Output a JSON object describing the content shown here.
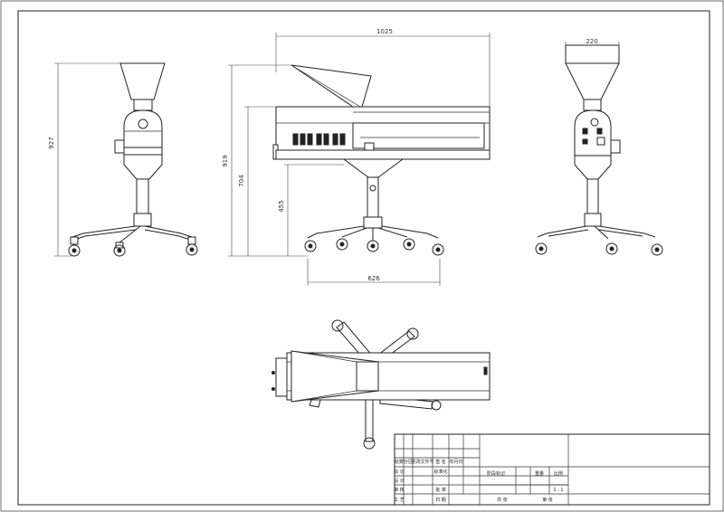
{
  "dimensions": {
    "overall_length": "1025",
    "hopper_width": "220",
    "height_left": "927",
    "height_total": "919",
    "height_hopper_base": "704",
    "height_column": "455",
    "base_span": "626"
  },
  "title_block": {
    "row_labels": [
      "标 记",
      "设 计",
      "审 核",
      "工 艺"
    ],
    "col_labels": [
      "处数",
      "分区",
      "更改文件号",
      "签 名",
      "年月日"
    ],
    "std_label": "标准化",
    "approve_label": "批 准",
    "date_label": "日 期",
    "stage_label": "阶段标记",
    "weight_label": "重量",
    "ratio_label": "比例",
    "scale": "1 : 1",
    "sheet_total": "共    张",
    "sheet_no": "第    张"
  },
  "colors": {
    "line": "#222222",
    "background": "#ffffff"
  }
}
